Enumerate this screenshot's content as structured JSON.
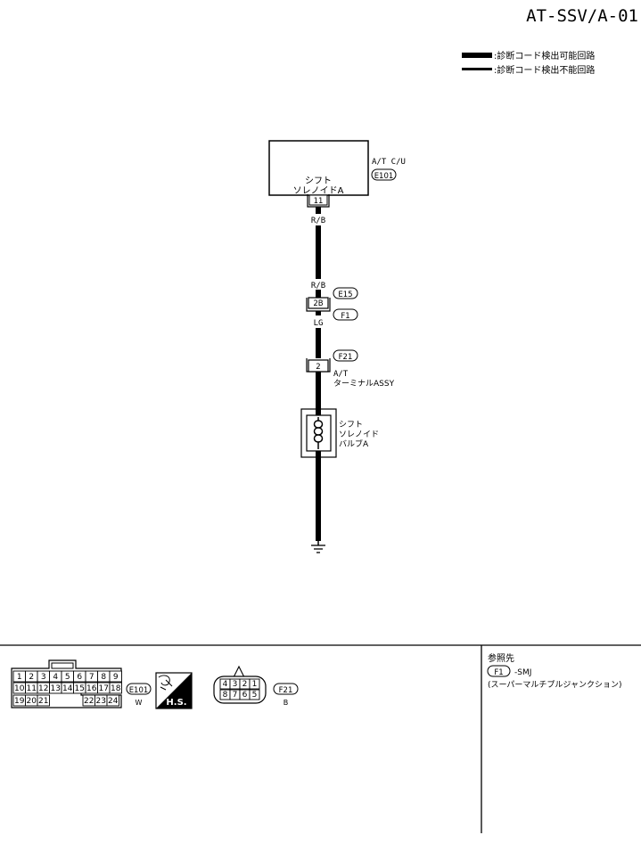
{
  "page_id": "AT-SSV/A-01",
  "legend": {
    "thick_label": ":診断コード検出可能回路",
    "thin_label": ":診断コード検出不能回路"
  },
  "control_unit": {
    "name": "A/T C/U",
    "connector": "E101",
    "terminal_name_line1": "シフト",
    "terminal_name_line2": "ソレノイドA",
    "terminal_no": "11"
  },
  "wires": {
    "color_top": "R/B",
    "color_mid_upper": "R/B",
    "color_mid_lower": "LG"
  },
  "junction": {
    "pin": "2B",
    "connector_upper": "E15",
    "connector_lower": "F1"
  },
  "terminal_assy": {
    "connector": "F21",
    "pin": "2",
    "label_line1": "A/T",
    "label_line2": "ターミナルASSY"
  },
  "solenoid": {
    "label_line1": "シフト",
    "label_line2": "ソレノイド",
    "label_line3": "バルブA"
  },
  "connectors": {
    "e101": {
      "row1": [
        "1",
        "2",
        "3",
        "4",
        "5",
        "6",
        "7",
        "8",
        "9"
      ],
      "row2": [
        "10",
        "11",
        "12",
        "13",
        "14",
        "15",
        "16",
        "17",
        "18"
      ],
      "row3_left": [
        "19",
        "20",
        "21"
      ],
      "row3_right": [
        "22",
        "23",
        "24"
      ],
      "code": "E101",
      "color": "W",
      "hs_label": "H.S."
    },
    "f21": {
      "row1": [
        "4",
        "3",
        "2",
        "1"
      ],
      "row2": [
        "8",
        "7",
        "6",
        "5"
      ],
      "code": "F21",
      "color": "B"
    }
  },
  "reference": {
    "title": "参照先",
    "code": "F1",
    "suffix": "-SMJ",
    "description": "(スーパーマルチプルジャンクション)"
  }
}
